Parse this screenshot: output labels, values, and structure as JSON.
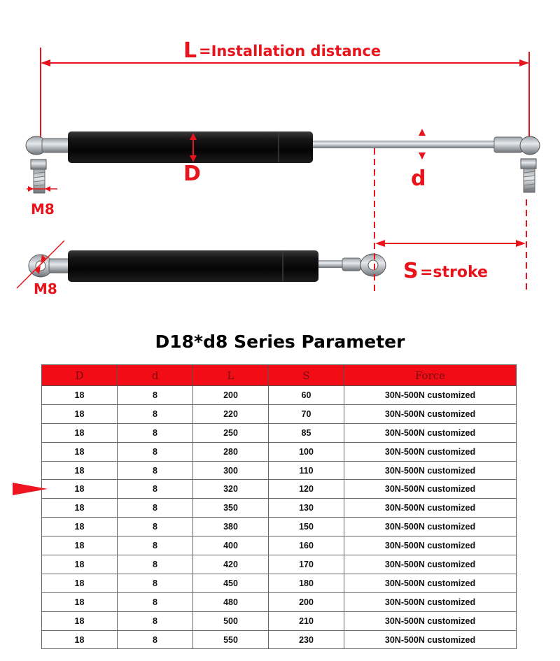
{
  "diagram": {
    "installation_letter": "L",
    "installation_text": "=Installation distance",
    "cylinder_label": "D",
    "rod_label": "d",
    "thread_label_top": "M8",
    "thread_label_bottom": "M8",
    "stroke_letter": "S",
    "stroke_text": "=stroke",
    "accent_color": "#e8141b"
  },
  "parameters": {
    "title": "D18*d8 Series Parameter",
    "columns": [
      "D",
      "d",
      "L",
      "S",
      "Force"
    ],
    "header_color": "#f20c16",
    "rows": [
      [
        "18",
        "8",
        "200",
        "60",
        "30N-500N customized"
      ],
      [
        "18",
        "8",
        "220",
        "70",
        "30N-500N customized"
      ],
      [
        "18",
        "8",
        "250",
        "85",
        "30N-500N customized"
      ],
      [
        "18",
        "8",
        "280",
        "100",
        "30N-500N customized"
      ],
      [
        "18",
        "8",
        "300",
        "110",
        "30N-500N customized"
      ],
      [
        "18",
        "8",
        "320",
        "120",
        "30N-500N customized"
      ],
      [
        "18",
        "8",
        "350",
        "130",
        "30N-500N customized"
      ],
      [
        "18",
        "8",
        "380",
        "150",
        "30N-500N customized"
      ],
      [
        "18",
        "8",
        "400",
        "160",
        "30N-500N customized"
      ],
      [
        "18",
        "8",
        "420",
        "170",
        "30N-500N customized"
      ],
      [
        "18",
        "8",
        "450",
        "180",
        "30N-500N customized"
      ],
      [
        "18",
        "8",
        "480",
        "200",
        "30N-500N customized"
      ],
      [
        "18",
        "8",
        "500",
        "210",
        "30N-500N customized"
      ],
      [
        "18",
        "8",
        "550",
        "230",
        "30N-500N customized"
      ]
    ]
  }
}
